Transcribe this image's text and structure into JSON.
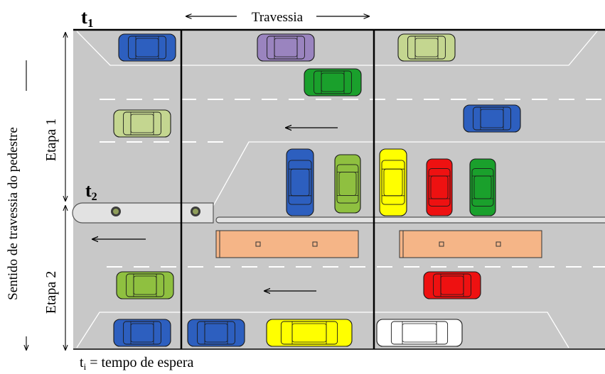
{
  "labels": {
    "t1_main": "t",
    "t1_sub": "1",
    "t2_main": "t",
    "t2_sub": "2",
    "travessia": "Travessia",
    "etapa1": "Etapa 1",
    "etapa2": "Etapa 2",
    "sentido": "Sentido de travessia do pedestre",
    "footnote_main": "t",
    "footnote_sub": "i",
    "footnote_rest": " = tempo de espera"
  },
  "colors": {
    "road": "#c8c8c8",
    "island": "#e2e2e2",
    "bus": "#f5b587",
    "blue": "#2d5fbf",
    "purple": "#9a84bf",
    "olive": "#c4d690",
    "green": "#1aa02c",
    "lime": "#8fc040",
    "yellow": "#ffff00",
    "red": "#ee1111",
    "white": "#ffffff"
  }
}
